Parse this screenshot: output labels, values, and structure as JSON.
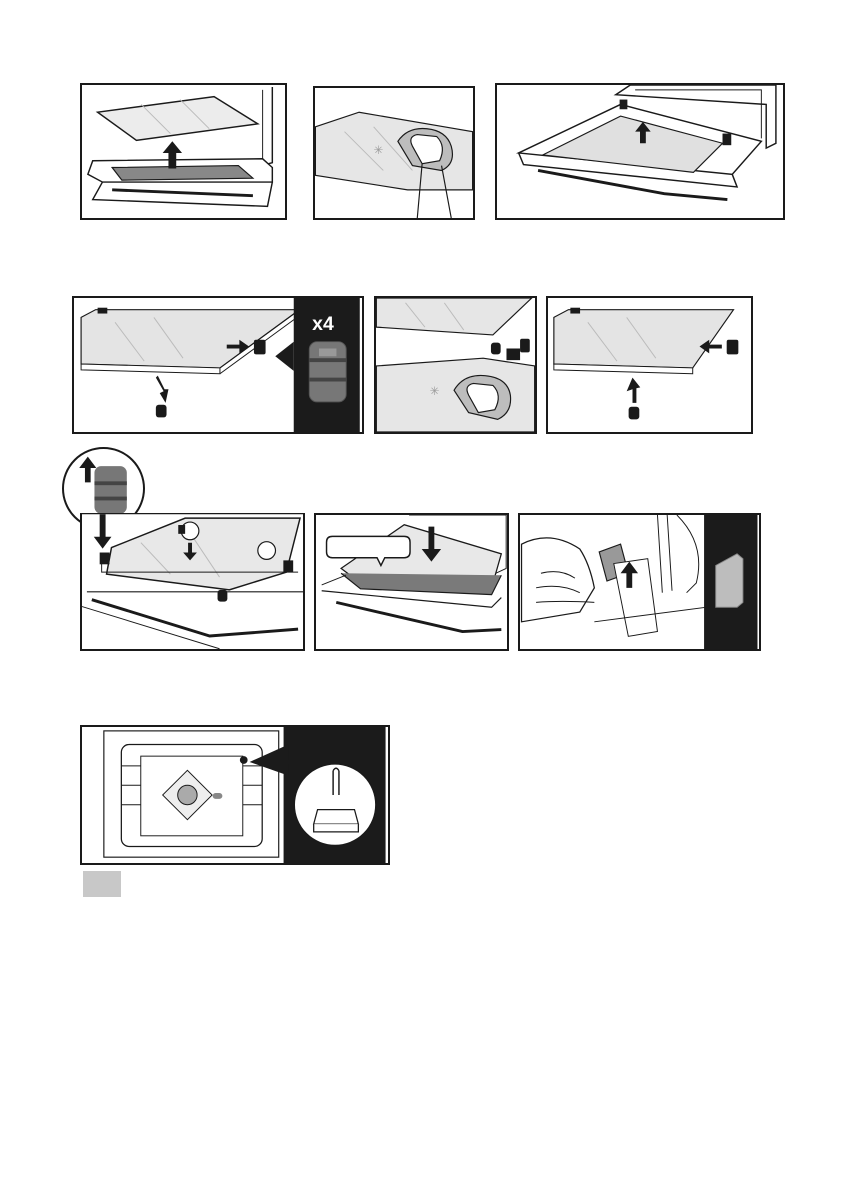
{
  "page": {
    "background": "#ffffff",
    "line_color": "#1a1a1a",
    "dark_fill": "#1b1b1b",
    "grey_block": "#c8c8c8"
  },
  "step_row_1": {
    "panels": [
      {
        "name": "lift-glass-panel",
        "icon": "arrow-up-icon"
      },
      {
        "name": "wipe-glass-panel",
        "icon": "cloth-hand-icon"
      },
      {
        "name": "open-door-panel",
        "icon": "arrow-up-icon"
      }
    ]
  },
  "step_row_2": {
    "badge": "x4",
    "panels": [
      {
        "name": "remove-clips-panel",
        "icon": "arrow-right-icon"
      },
      {
        "name": "clean-both-glasses-panel",
        "icon": "cloth-hand-icon"
      },
      {
        "name": "refit-clips-panel",
        "icon": "arrow-left-icon"
      }
    ]
  },
  "step_row_3": {
    "panels": [
      {
        "name": "insert-glass-panel",
        "icon": "arrow-down-icon"
      },
      {
        "name": "lower-glass-panel",
        "icon": "arrow-down-icon"
      },
      {
        "name": "hinge-insert-panel",
        "icon": "arrow-up-icon"
      }
    ]
  },
  "step_row_4": {
    "panels": [
      {
        "name": "oven-cavity-panel",
        "icon": "lamp-icon"
      }
    ]
  }
}
